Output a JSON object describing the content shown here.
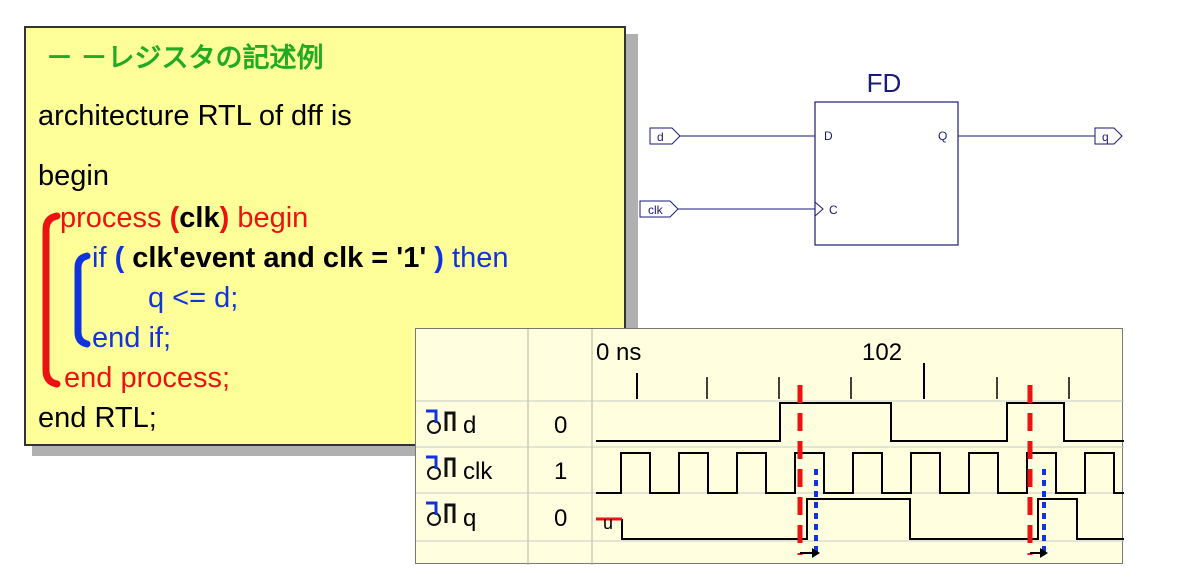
{
  "code": {
    "title": "－ －レジスタの記述例",
    "line1": "architecture RTL of dff is",
    "line2": "begin",
    "process_kw": "process",
    "process_paren_open": "(",
    "process_arg": "clk",
    "process_paren_close": ")",
    "process_begin": "begin",
    "if_kw": "if",
    "if_paren_open": "(",
    "if_cond": "clk'event and clk = '1'",
    "if_paren_close": ")",
    "then_kw": "then",
    "assign": "q <= d;",
    "end_if": "end if;",
    "end_process": "end process;",
    "end_rtl": "end RTL;"
  },
  "schematic": {
    "component": "FD",
    "pin_d": "D",
    "pin_q": "Q",
    "pin_c": "C",
    "port_d": "d",
    "port_clk": "clk",
    "port_q": "q"
  },
  "waveform": {
    "time_start": "0 ns",
    "time_mark": "102",
    "signals": [
      {
        "name": "d",
        "value": "0"
      },
      {
        "name": "clk",
        "value": "1"
      },
      {
        "name": "q",
        "value": "0"
      }
    ],
    "q_initial": "u",
    "colors": {
      "edge_marker": "#ee1111",
      "delay_marker": "#1133dd"
    }
  }
}
